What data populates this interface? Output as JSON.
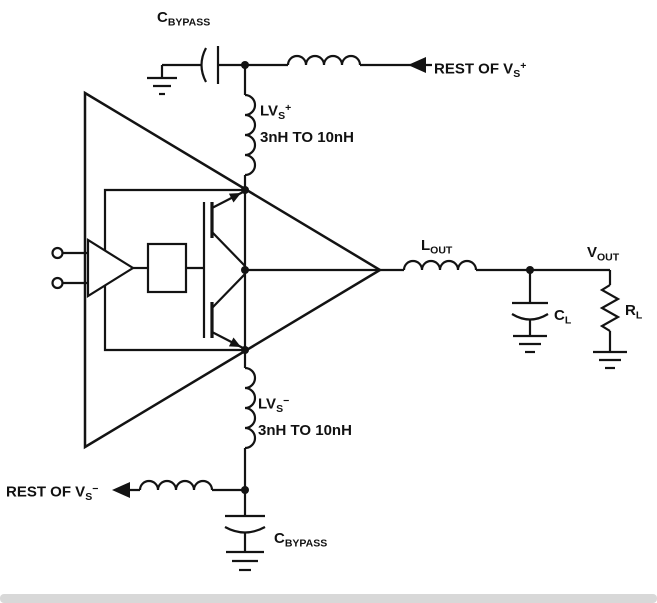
{
  "labels": {
    "cbypass_top": {
      "main": "C",
      "sub": "BYPASS"
    },
    "rest_vs_plus": {
      "main": "REST OF V",
      "sub": "S",
      "sup": "+"
    },
    "lvs_plus": {
      "main": "LV",
      "sub": "S",
      "sup": "+",
      "range": "3nH TO 10nH"
    },
    "lout": {
      "main": "L",
      "sub": "OUT"
    },
    "vout": {
      "main": "V",
      "sub": "OUT"
    },
    "cl": {
      "main": "C",
      "sub": "L"
    },
    "rl": {
      "main": "R",
      "sub": "L"
    },
    "lvs_minus": {
      "main": "LV",
      "sub": "S",
      "sup": "−",
      "range": "3nH TO 10nH"
    },
    "rest_vs_minus": {
      "main": "REST OF V",
      "sub": "S",
      "sup": "−"
    },
    "cbypass_bottom": {
      "main": "C",
      "sub": "BYPASS"
    }
  },
  "colors": {
    "wire": "#131313",
    "background": "#ffffff",
    "bottom_bar": "#d8d8d8"
  }
}
